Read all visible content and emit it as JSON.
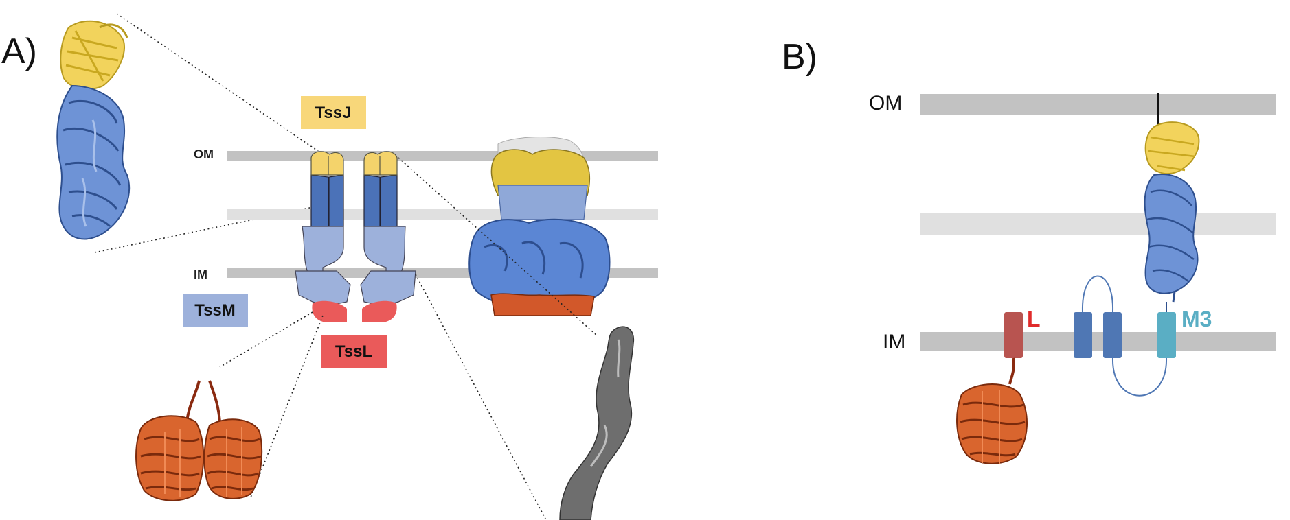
{
  "panels": {
    "a_label": "A)",
    "b_label": "B)"
  },
  "panel_a": {
    "membrane_labels": {
      "om": "OM",
      "im": "IM"
    },
    "protein_labels": {
      "tssj": "TssJ",
      "tssm": "TssM",
      "tssl": "TssL"
    }
  },
  "panel_b": {
    "membrane_labels": {
      "om": "OM",
      "im": "IM"
    },
    "segment_labels": {
      "l": "L",
      "m3": "M3"
    }
  },
  "colors": {
    "membrane_dark": "#c2c2c2",
    "membrane_light": "#e0e0e0",
    "tssj_yellow": "#f4d36b",
    "tssm_blue_dark": "#4b72b8",
    "tssm_blue_light": "#9db1db",
    "tssl_red": "#ea5a5a",
    "l_segment": "#b85450",
    "m_segment": "#4f77b4",
    "m3_segment": "#5aaec4",
    "l_label": "#e02b2b",
    "m3_label": "#5aaec4",
    "em_blue": "#5b86d4",
    "em_orange": "#d2582a",
    "em_gray": "#6e6e6e"
  }
}
